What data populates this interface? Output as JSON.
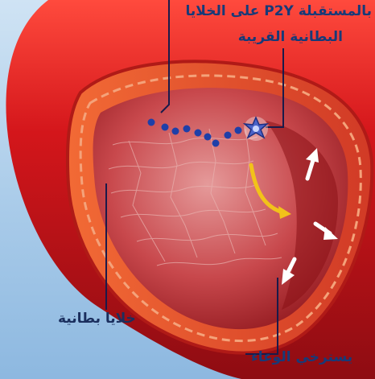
{
  "labels": {
    "receptor_line1": "بالمستقبلة P2Y على الخلايا",
    "receptor_line2": "البطانية القريبة",
    "endothelial_cells": "خلايا بطانية",
    "vessel_relaxes": "يسترخي الوعاء"
  },
  "colors": {
    "background": "#a9cbe9",
    "vessel_outer": "#c8141c",
    "vessel_wall": "#e0452a",
    "lumen": "#b8262b",
    "endothelium": "#d98a86",
    "molecules": "#1f3fa8",
    "receptor": "#4a63c9",
    "curved_arrow": "#f2c21a",
    "straight_arrows": "#ffffff",
    "label_text": "#173a78"
  },
  "icons": {
    "molecules": "blue-molecule-dots",
    "receptor": "p2y-receptor-star",
    "curved_arrow": "yellow-curved-arrow",
    "relax_arrows": "white-expansion-arrows"
  }
}
